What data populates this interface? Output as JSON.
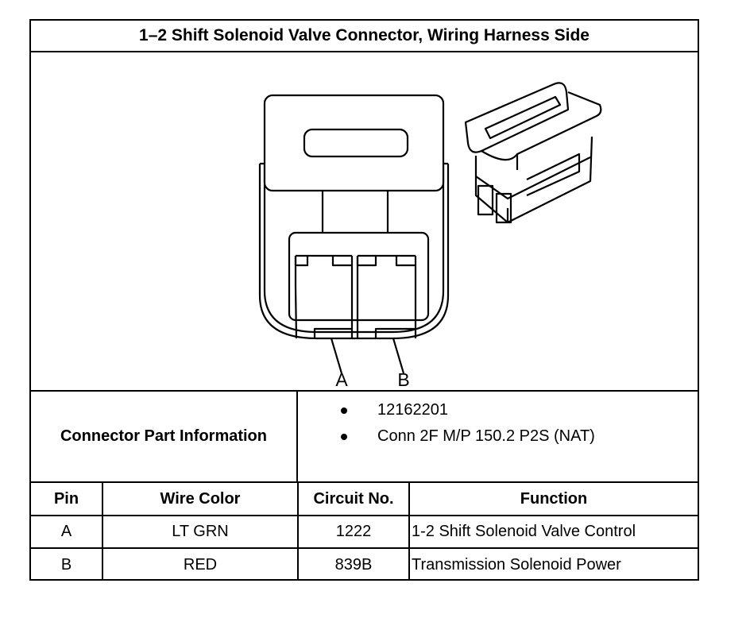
{
  "title": "1–2 Shift Solenoid Valve Connector, Wiring Harness Side",
  "diagram": {
    "pin_labels": [
      "A",
      "B"
    ]
  },
  "connector_info": {
    "label": "Connector Part Information",
    "items": [
      "12162201",
      "Conn 2F M/P 150.2 P2S (NAT)"
    ]
  },
  "table": {
    "headers": [
      "Pin",
      "Wire Color",
      "Circuit No.",
      "Function"
    ],
    "rows": [
      [
        "A",
        "LT GRN",
        "1222",
        "1-2 Shift Solenoid Valve Control"
      ],
      [
        "B",
        "RED",
        "839B",
        "Transmission Solenoid Power"
      ]
    ]
  }
}
